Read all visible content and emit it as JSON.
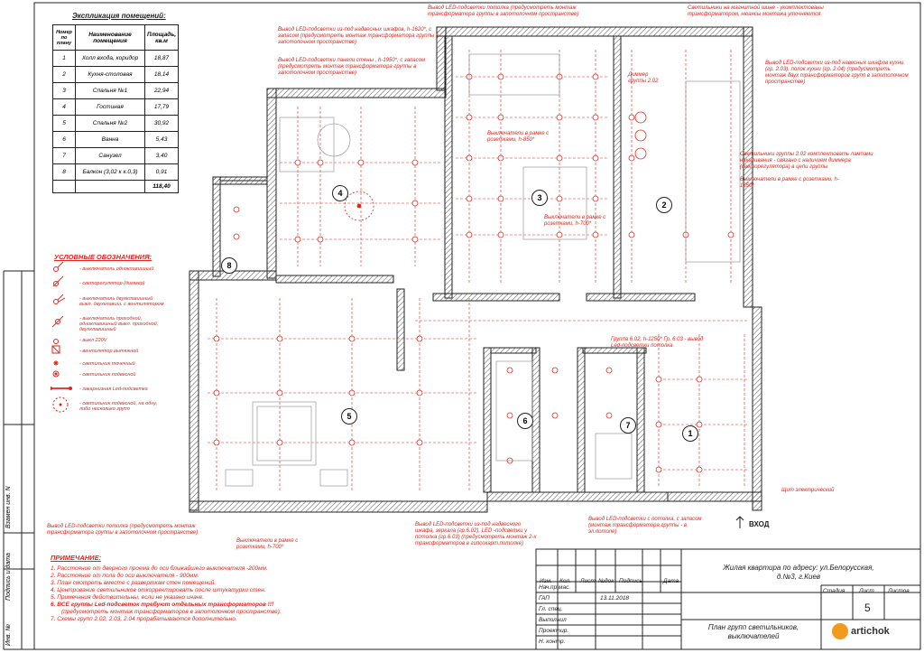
{
  "explication": {
    "title": "Экспликация помещений:",
    "headers": [
      "Номер по плану",
      "Наименование помещения",
      "Площадь, кв.м"
    ],
    "rows": [
      [
        "1",
        "Холл входа, коридор",
        "18,87"
      ],
      [
        "2",
        "Кухня-столовая",
        "18,14"
      ],
      [
        "3",
        "Спальня №1",
        "22,94"
      ],
      [
        "4",
        "Гостиная",
        "17,79"
      ],
      [
        "5",
        "Спальня №2",
        "30,92"
      ],
      [
        "6",
        "Ванна",
        "5,43"
      ],
      [
        "7",
        "Санузел",
        "3,40"
      ],
      [
        "8",
        "Балкон (3,02 к к.0,3)",
        "0,91"
      ]
    ],
    "total": "118,40"
  },
  "legend": {
    "title": "УСЛОВНЫЕ ОБОЗНАЧЕНИЯ:",
    "items": [
      "- выключатель одноклавишный",
      "- светорегулятор (диммер)",
      "- выключатель двухклавишный выкл. двухклавиш. с вентилятором",
      "- выключатель проходной, одноклавишный выкл. проходной, двухклавишный",
      "- выкл 220V",
      "- вентилятор вытяжной",
      "- светильник точечный",
      "- светильник подвесной",
      "- закарнизная Led-подсветка",
      "- светильник подвесной, на одну, либо несколько групп"
    ]
  },
  "notes": {
    "title": "ПРИМЕЧАНИЕ:",
    "lines": [
      "1. Расстояние от дверного проема до оси ближайшего выключателя -200мм.",
      "2. Расстояние от пола до оси выключателя - 900мм.",
      "3. План смотреть вместе с разверткам стен помещений.",
      "4. Центрование светильников откорректировать после штукатурки стен.",
      "5. Примечания действительны, если не указано иначе.",
      "6. ВСЕ группы Led-подсветок требуют отдельных трансформаторов !!!",
      "(предусмотреть монтаж трансформаторов в запотолочном пространстве).",
      "7. Схемы групп 2.02, 2.03, 2.04 прорабатываются дополнительно."
    ]
  },
  "annotations": [
    "Вывод LED-подсветки потолка (предусмотреть монтаж трансформатора группы в запотолочном пространстве)",
    "Светильники на магнитной шине - укомплектованы трансформатором, нюансы монтажа уточняются",
    "Вывод LED-подсветки из-под надвесных шкафов, h-1620*, с запасом (предусмотреть монтаж трансформатора группы в запотолочном пространстве)",
    "Вывод LED-подсветки панели стены , h-1950*, с запасом (предусмотреть монтаж трансформатора группы в запотолочном пространстве)",
    "Выключатели в рамке с розетками, h-850*",
    "Диммер группы 2.02",
    "Вывод LED-подсветки из-под навесных шкафов кухни (гр. 2.03), полок кухни (гр. 2.04) (предусмотреть монтаж двух трансформаторов групп в запотолочном пространстве)",
    "Светильники группы 2.02 комплектовать лампами накаливания - связано с наличием диммера (светорегулятора) в цепи группы",
    "Выключатели в рамке с розетками, h-1350*",
    "Выключатели в рамке с розетками, h-700*",
    "Группа 6.02, h-1250* Гр. 6.03 - вывод Led-подсветки потолка",
    "Вывод LED-подсветки потолка (предусмотреть монтаж трансформатора группы в запотолочном пространстве)",
    "Выключатели в рамке с розетками, h-700*",
    "Вывод LED-подсветки из-под надвесного шкафа, зеркала (гр.6.02), LED -подсветки у потолка (гр.6.03) (предусмотреть монтаж 2-х трансформаторов в гипсокарт.потолке)",
    "Вывод LED-подсветки с потолка, с запасом (монтаж трансформатора группы - в эл.потоле)",
    "Щит электрический",
    "ВХОД"
  ],
  "rooms": [
    "1",
    "2",
    "3",
    "4",
    "5",
    "6",
    "7",
    "8"
  ],
  "title_block": {
    "address": "Жилая квартира по адресу: ул.Белорусская, д.№3, г.Киев",
    "sheet_title": "План групп светильников, выключателей",
    "header_cols": [
      "Изм.",
      "Кол.",
      "Лист",
      "№док",
      "Подпись",
      "Дата"
    ],
    "roles": [
      "Нач.пр.мас.",
      "ГАП",
      "Гл. спец.",
      "Выполнил",
      "Проектир.",
      "Н. контр."
    ],
    "date": "13.11.2018",
    "stage_label": "Стадия",
    "sheet_label": "Лист",
    "sheets_label": "Листов",
    "sheet_no": "5",
    "logo": "artichok"
  },
  "side_labels": [
    "Взамен инв. N",
    "Подпись и дата",
    "Инв. №"
  ],
  "colors": {
    "accent": "#e1261c",
    "lines": "#222222"
  }
}
